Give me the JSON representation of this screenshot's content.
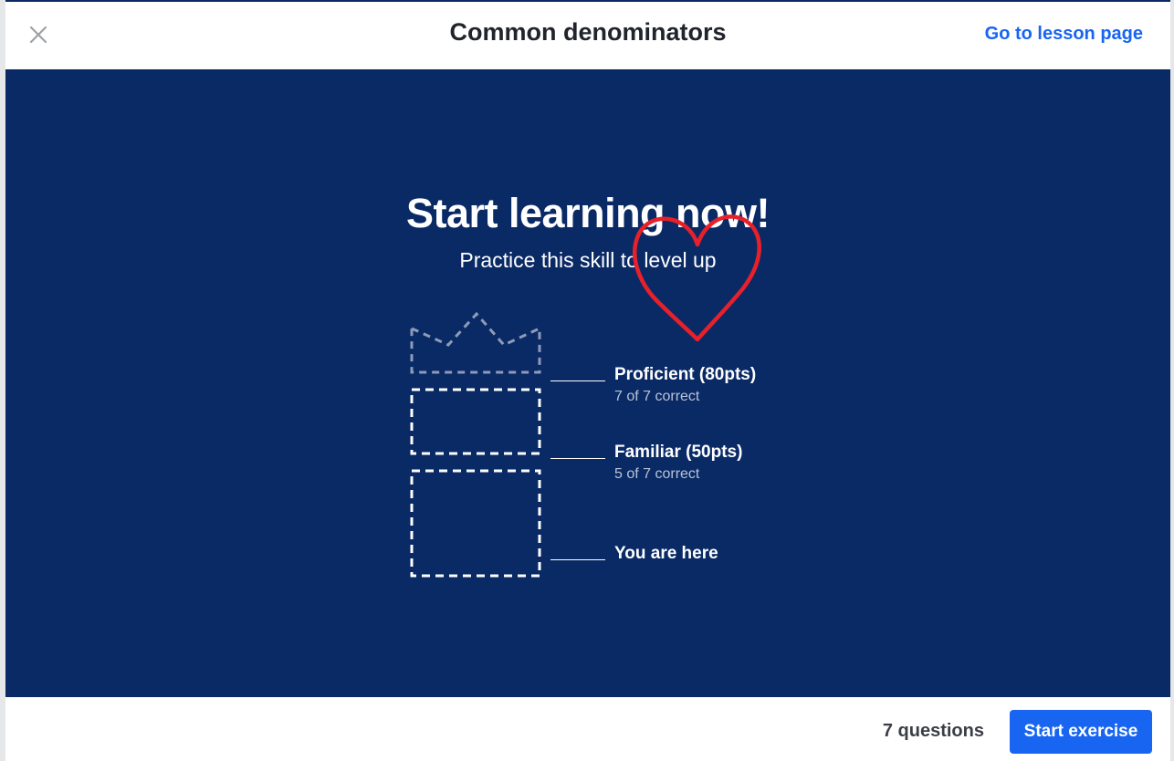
{
  "header": {
    "title": "Common denominators",
    "lesson_link": "Go to lesson page",
    "close_icon": "close-icon"
  },
  "hero": {
    "title": "Start learning now!",
    "subtitle": "Practice this skill to level up",
    "levels": [
      {
        "name": "Proficient (80pts)",
        "sub": "7 of 7 correct"
      },
      {
        "name": "Familiar (50pts)",
        "sub": "5 of 7 correct"
      },
      {
        "name": "You are here",
        "sub": ""
      }
    ],
    "icons": [
      "crown-icon",
      "heart-doodle-icon"
    ]
  },
  "footer": {
    "question_count": "7 questions",
    "start_label": "Start exercise"
  },
  "colors": {
    "hero_bg": "#0a2a66",
    "accent": "#1865f2",
    "heart": "#e8202a",
    "title_text": "#21242c"
  }
}
